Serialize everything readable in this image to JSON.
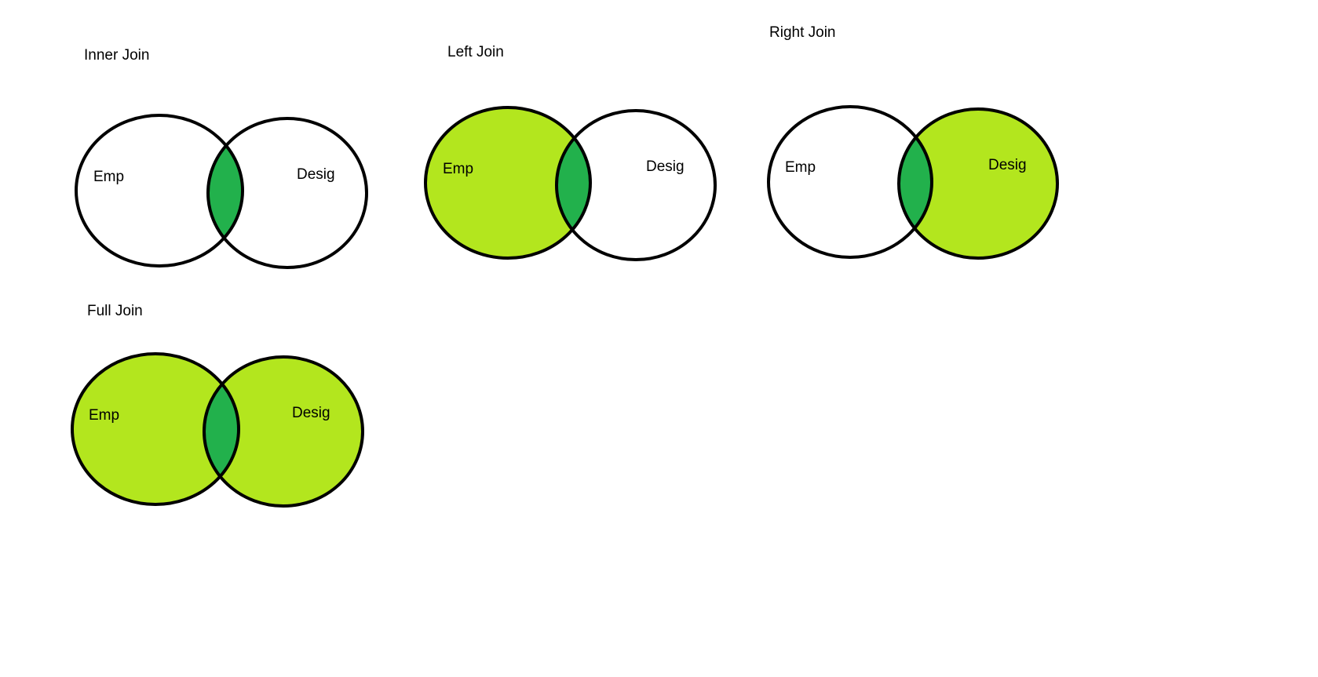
{
  "colors": {
    "background": "#ffffff",
    "outline": "#000000",
    "set_fill": "#b3e61e",
    "intersection_fill": "#22b14c",
    "empty_fill": "#ffffff"
  },
  "diagrams": [
    {
      "title": "Inner Join",
      "left_label": "Emp",
      "right_label": "Desig",
      "left_filled": false,
      "right_filled": false,
      "intersection_filled": true
    },
    {
      "title": "Left Join",
      "left_label": "Emp",
      "right_label": "Desig",
      "left_filled": true,
      "right_filled": false,
      "intersection_filled": true
    },
    {
      "title": "Right Join",
      "left_label": "Emp",
      "right_label": "Desig",
      "left_filled": false,
      "right_filled": true,
      "intersection_filled": true
    },
    {
      "title": "Full Join",
      "left_label": "Emp",
      "right_label": "Desig",
      "left_filled": true,
      "right_filled": true,
      "intersection_filled": true
    }
  ]
}
